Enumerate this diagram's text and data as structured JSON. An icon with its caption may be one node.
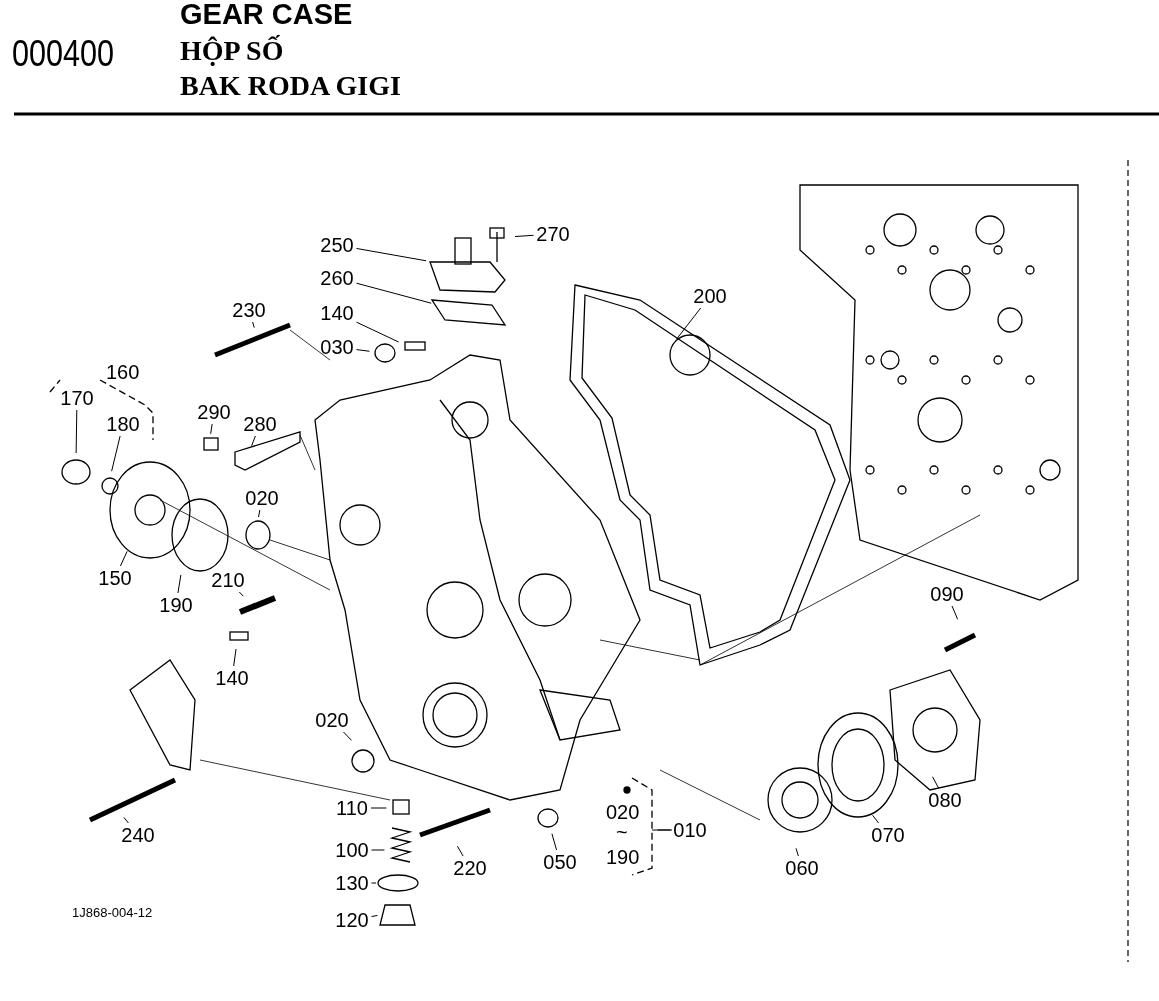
{
  "diagram": {
    "title": "GEAR CASE",
    "nodes": [
      {
        "text": [
          "270"
        ]
      },
      {
        "text": [
          "250"
        ]
      },
      {
        "text": [
          "260"
        ]
      },
      {
        "text": [
          "200"
        ]
      },
      {
        "text": [
          "230"
        ]
      },
      {
        "text": [
          "140"
        ]
      },
      {
        "text": [
          "030"
        ]
      },
      {
        "text": [
          "170"
        ]
      },
      {
        "text": [
          "290"
        ]
      },
      {
        "text": [
          "180"
        ]
      },
      {
        "text": [
          "280"
        ]
      },
      {
        "text": [
          "020"
        ]
      },
      {
        "text": [
          "150"
        ]
      },
      {
        "text": [
          "210"
        ]
      },
      {
        "text": [
          "090"
        ]
      },
      {
        "text": [
          "190"
        ]
      },
      {
        "text": [
          "140"
        ]
      },
      {
        "text": [
          "020"
        ]
      },
      {
        "text": [
          "080"
        ]
      },
      {
        "text": [
          "110"
        ]
      },
      {
        "text": [
          "010"
        ]
      },
      {
        "text": [
          "240"
        ]
      },
      {
        "text": [
          "070"
        ]
      },
      {
        "text": [
          "100"
        ]
      },
      {
        "text": [
          "060"
        ]
      },
      {
        "text": [
          "220"
        ]
      },
      {
        "text": [
          "050"
        ]
      },
      {
        "text": [
          "130"
        ]
      },
      {
        "text": [
          "120"
        ]
      }
    ],
    "edges": [
      {
        "from": 0,
        "to": null,
        "arrow": "none"
      },
      {
        "from": 1,
        "to": null,
        "arrow": "none"
      },
      {
        "from": 2,
        "to": null,
        "arrow": "none"
      },
      {
        "from": 3,
        "to": null,
        "arrow": "none"
      },
      {
        "from": 4,
        "to": null,
        "arrow": "none"
      },
      {
        "from": 5,
        "to": null,
        "arrow": "none"
      },
      {
        "from": 6,
        "to": null,
        "arrow": "none"
      },
      {
        "from": 7,
        "to": null,
        "arrow": "none"
      },
      {
        "from": 8,
        "to": null,
        "arrow": "none"
      },
      {
        "from": 9,
        "to": null,
        "arrow": "none"
      },
      {
        "from": 10,
        "to": null,
        "arrow": "none"
      },
      {
        "from": 11,
        "to": null,
        "arrow": "none"
      },
      {
        "from": 12,
        "to": null,
        "arrow": "none"
      },
      {
        "from": 13,
        "to": null,
        "arrow": "none"
      },
      {
        "from": 14,
        "to": null,
        "arrow": "none"
      },
      {
        "from": 15,
        "to": null,
        "arrow": "none"
      },
      {
        "from": 16,
        "to": null,
        "arrow": "none"
      },
      {
        "from": 17,
        "to": null,
        "arrow": "none"
      },
      {
        "from": 18,
        "to": null,
        "arrow": "none"
      },
      {
        "from": 19,
        "to": null,
        "arrow": "none"
      },
      {
        "from": 20,
        "to": null,
        "arrow": "none"
      },
      {
        "from": 21,
        "to": null,
        "arrow": "none"
      },
      {
        "from": 22,
        "to": null,
        "arrow": "none"
      },
      {
        "from": 23,
        "to": null,
        "arrow": "none"
      },
      {
        "from": 24,
        "to": null,
        "arrow": "none"
      },
      {
        "from": 25,
        "to": null,
        "arrow": "none"
      },
      {
        "from": 26,
        "to": null,
        "arrow": "none"
      },
      {
        "from": 27,
        "to": null,
        "arrow": "none"
      },
      {
        "from": 28,
        "to": null,
        "arrow": "none"
      }
    ],
    "labels": [
      "000400",
      "HỘP SỐ",
      "BAK RODA GIGI",
      "160",
      "020",
      "~",
      "190",
      "1J868-004-12"
    ]
  }
}
